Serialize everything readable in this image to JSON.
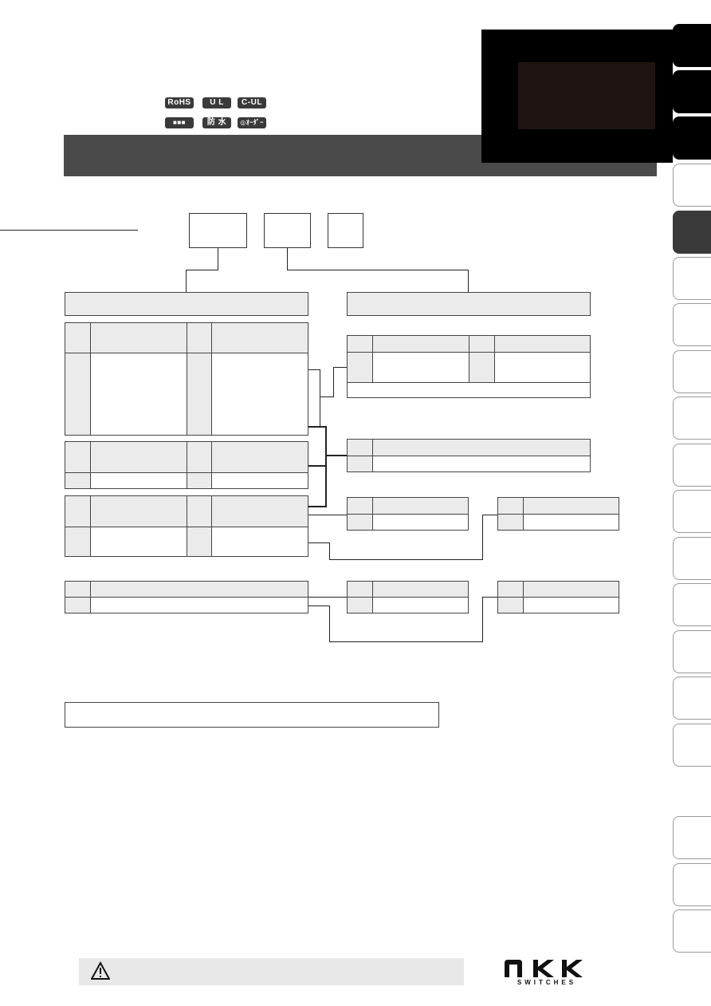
{
  "certifications": {
    "row1": [
      "RoHS",
      "U L",
      "C-UL"
    ],
    "row2": [
      "■■■",
      "防 水",
      "◎ｵｰﾀﾞｰ"
    ]
  },
  "brand": {
    "name": "NKK",
    "tagline": "SWITCHES"
  },
  "caution": {
    "icon": "warning-triangle-icon"
  },
  "colors": {
    "header_bar": "#4b4a4a",
    "active_tab": "#3a3a3a",
    "cell_header": "#ebebeb"
  }
}
